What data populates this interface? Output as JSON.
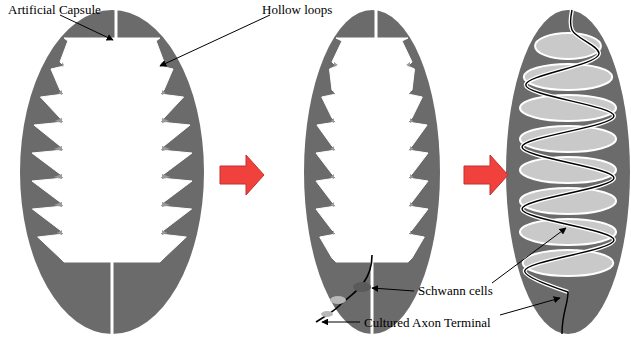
{
  "diagram": {
    "labels": [
      "Artificial Capsule",
      "Hollow loops",
      "Schwann cells",
      "Cultured Axon Terminal"
    ]
  }
}
